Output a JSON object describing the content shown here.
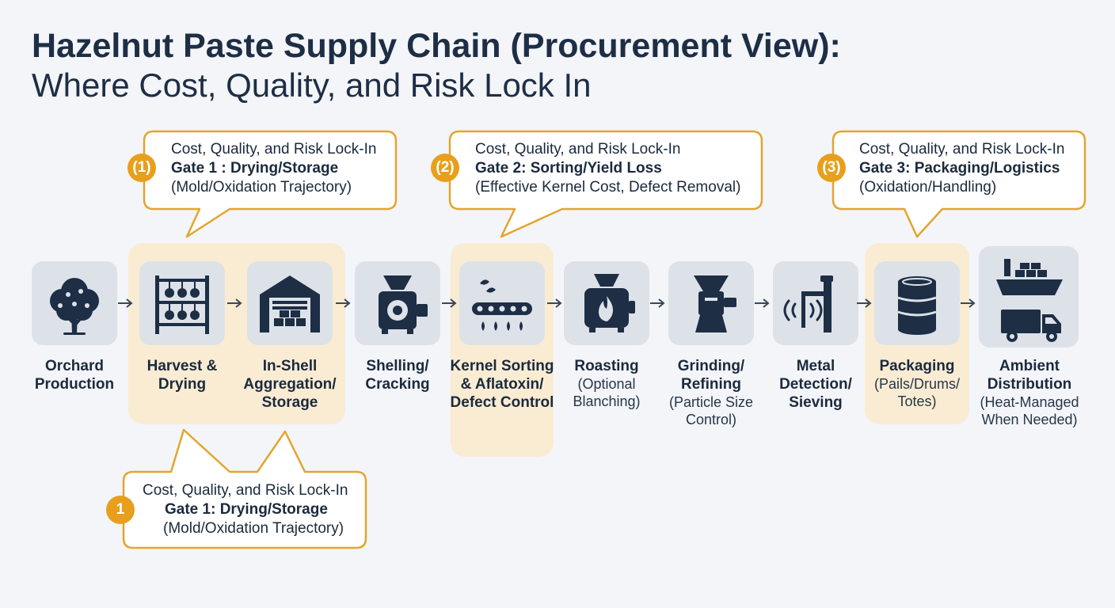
{
  "title": {
    "line1": "Hazelnut Paste Supply Chain (Procurement View):",
    "line2": "Where Cost, Quality, and Risk Lock In"
  },
  "colors": {
    "navy": "#1d2e45",
    "tile": "#dde2e9",
    "highlight": "#f9ecd3",
    "callout_border": "#e3a52e",
    "badge": "#e89f1b"
  },
  "steps": [
    {
      "icon": "tree-icon",
      "title": "Orchard Production",
      "note": ""
    },
    {
      "icon": "drying-rack-icon",
      "title": "Harvest & Drying",
      "note": ""
    },
    {
      "icon": "warehouse-icon",
      "title": "In-Shell Aggregation/ Storage",
      "note": ""
    },
    {
      "icon": "sheller-machine-icon",
      "title": "Shelling/ Cracking",
      "note": ""
    },
    {
      "icon": "sorting-conveyor-icon",
      "title": "Kernel Sorting & Aflatoxin/ Defect Control",
      "note": ""
    },
    {
      "icon": "roaster-flame-icon",
      "title": "Roasting",
      "note": "(Optional Blanching)"
    },
    {
      "icon": "grinder-icon",
      "title": "Grinding/ Refining",
      "note": "(Particle Size Control)"
    },
    {
      "icon": "metal-detector-icon",
      "title": "Metal Detection/ Sieving",
      "note": ""
    },
    {
      "icon": "drum-barrel-icon",
      "title": "Packaging",
      "note": "(Pails/Drums/ Totes)"
    },
    {
      "icon": "ship-truck-icon",
      "title": "Ambient Distribution",
      "note": "(Heat-Managed When Needed)"
    }
  ],
  "callouts": [
    {
      "badge": "(1)",
      "line1": "Cost, Quality, and Risk Lock-In",
      "gate": "Gate 1 : Drying/Storage",
      "detail": "(Mold/Oxidation Trajectory)"
    },
    {
      "badge": "(2)",
      "line1": "Cost, Quality, and Risk Lock-In",
      "gate": "Gate 2: Sorting/Yield Loss",
      "detail": "(Effective Kernel Cost, Defect Removal)"
    },
    {
      "badge": "(3)",
      "line1": "Cost, Quality, and Risk Lock-In",
      "gate": "Gate 3: Packaging/Logistics",
      "detail": "(Oxidation/Handling)"
    },
    {
      "badge": "1",
      "line1": "Cost, Quality, and Risk Lock-In",
      "gate": "Gate 1: Drying/Storage",
      "detail": "(Mold/Oxidation Trajectory)"
    }
  ]
}
